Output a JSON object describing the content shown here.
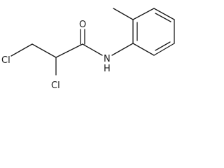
{
  "molecule": {
    "atoms": {
      "cl_left": "Cl",
      "cl_bottom": "Cl",
      "oxygen": "O",
      "amide_nitrogen": "N",
      "amide_hydrogen": "H"
    }
  }
}
